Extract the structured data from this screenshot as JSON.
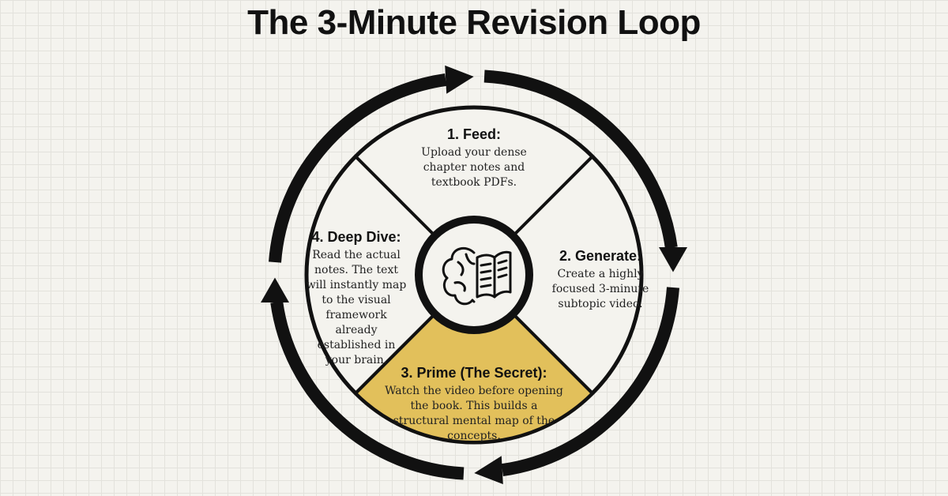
{
  "title": "The 3-Minute Revision Loop",
  "center_icon": "brain-book-icon",
  "colors": {
    "highlight": "#e2c05b",
    "segment": "#f4f3ee",
    "ink": "#111111"
  },
  "steps": [
    {
      "heading": "1. Feed:",
      "body": "Upload your dense chapter notes and textbook PDFs."
    },
    {
      "heading": "2. Generate:",
      "body": "Create a highly focused 3-minute subtopic video."
    },
    {
      "heading": "3. Prime (The Secret):",
      "body": "Watch the video before opening the book. This builds a structural mental map of the concepts."
    },
    {
      "heading": "4. Deep Dive:",
      "body": "Read the actual notes. The text will instantly map to the visual framework already established in your brain."
    }
  ]
}
